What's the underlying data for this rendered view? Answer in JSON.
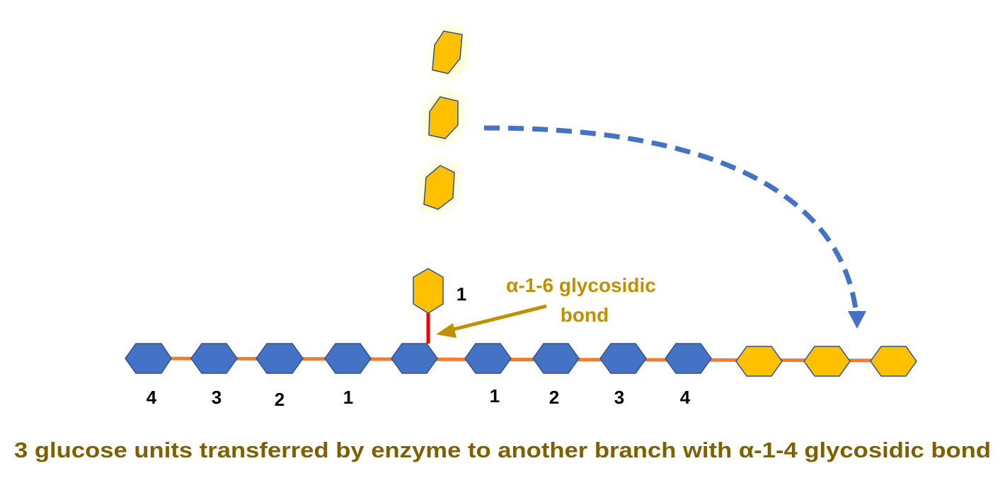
{
  "colors": {
    "blue_glucose": "#4472C4",
    "gold_glucose": "#FFC000",
    "glucose_outline": "#2F528F",
    "chain_link": "#ED7D31",
    "branch_bond": "#FF0000",
    "label_gold": "#BF9000",
    "caption_olive": "#7F6000",
    "dashed_arrow": "#4472C4",
    "glow": "#FFFF66"
  },
  "diagram": {
    "floating_units": {
      "count": 3,
      "color": "gold",
      "glow": true,
      "icon": "glucose-hexagon-icon"
    },
    "main_chain": {
      "units": [
        "blue",
        "blue",
        "blue",
        "blue",
        "blue",
        "blue",
        "blue",
        "blue",
        "blue",
        "gold",
        "gold",
        "gold"
      ],
      "branch_point_index": 4
    },
    "branch_unit": {
      "color": "gold",
      "label": "1"
    },
    "left_numbers": [
      "4",
      "3",
      "2",
      "1"
    ],
    "right_numbers": [
      "1",
      "2",
      "3",
      "4"
    ],
    "bond_label": {
      "line1": "α-1-6 glycosidic",
      "line2": "bond"
    },
    "caption": "3 glucose units transferred by enzyme to another branch with α-1-4 glycosidic bond"
  }
}
